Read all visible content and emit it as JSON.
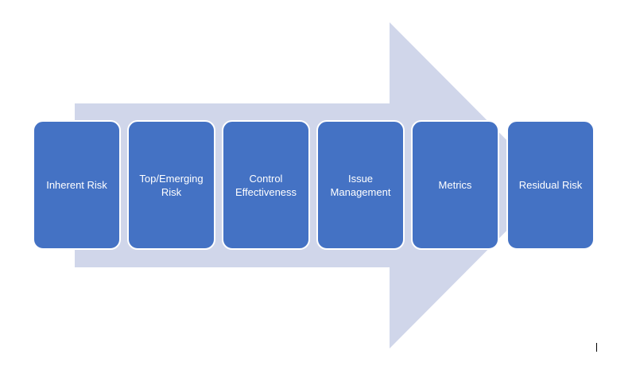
{
  "diagram": {
    "type": "process-arrow",
    "colors": {
      "arrow_fill": "#d0d6ea",
      "box_fill": "#4472c4",
      "box_border": "#ffffff",
      "box_text": "#ffffff"
    },
    "steps": [
      {
        "label": "Inherent Risk"
      },
      {
        "label": "Top/Emerging Risk"
      },
      {
        "label": "Control Effectiveness"
      },
      {
        "label": "Issue Management"
      },
      {
        "label": "Metrics"
      },
      {
        "label": "Residual Risk"
      }
    ]
  }
}
